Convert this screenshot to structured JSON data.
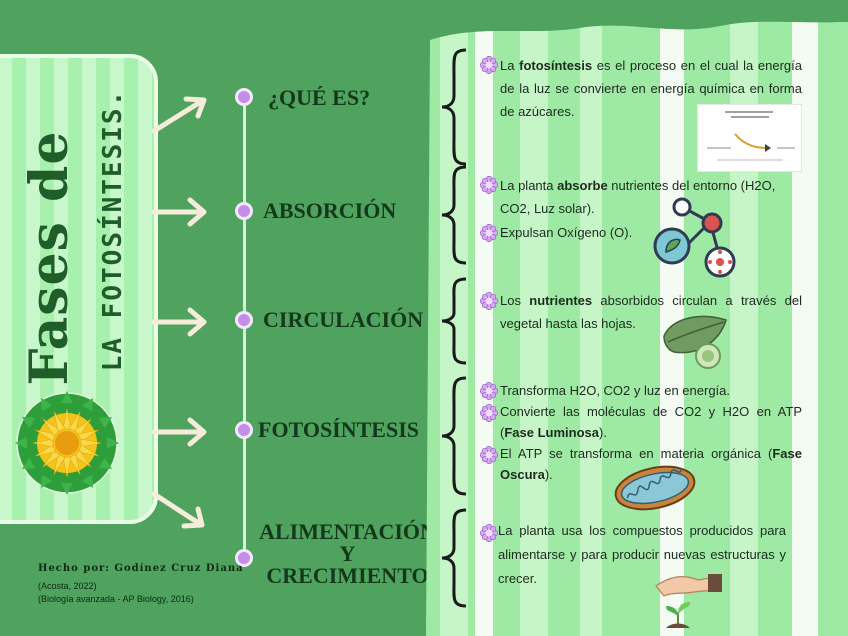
{
  "title": {
    "line1": "Fases de",
    "line2": "LA FOTOSÍNTESIS."
  },
  "phases": [
    {
      "label": "¿QUÉ ES?"
    },
    {
      "label": "ABSORCIÓN"
    },
    {
      "label": "CIRCULACIÓN"
    },
    {
      "label": "FOTOSÍNTESIS"
    },
    {
      "label_lines": [
        "ALIMENTACIÓN",
        "Y",
        "CRECIMIENTO"
      ]
    }
  ],
  "sections": {
    "que_es": {
      "pre": "La ",
      "bold": "fotosíntesis",
      "post": " es el proceso en el cual la energía de la luz se convierte en energía química en forma de azúcares."
    },
    "absorcion": [
      {
        "pre": "La planta ",
        "bold": "absorbe",
        "post": " nutrientes del entorno (H2O, CO2, Luz solar)."
      },
      {
        "pre": "Expulsan Oxígeno (O).",
        "bold": "",
        "post": ""
      }
    ],
    "circulacion": {
      "pre": "Los ",
      "bold": "nutrientes",
      "post": " absorbidos circulan a través del vegetal hasta las hojas."
    },
    "fotosintesis": [
      {
        "pre": "Transforma H2O, CO2 y luz en energía.",
        "bold": "",
        "post": ""
      },
      {
        "pre": "Convierte las moléculas de CO2 y H2O en ATP (",
        "bold": "Fase Luminosa",
        "post": ")."
      },
      {
        "pre": "El ATP se transforma en materia orgánica (",
        "bold": "Fase Oscura",
        "post": ")."
      }
    ],
    "alimentacion": {
      "pre": "La planta usa los compuestos producidos para alimentarse y para producir nuevas estructuras y crecer.",
      "bold": "",
      "post": ""
    }
  },
  "credits": {
    "author": "Hecho por: Godínez Cruz Diana",
    "refs": [
      "(Acosta, 2022)",
      "(Biología avanzada - AP Biology, 2016)"
    ]
  },
  "colors": {
    "background": "#4fa35e",
    "stripe_light": "#c9f7cc",
    "stripe_dark": "#a8f0ae",
    "dot": "#c58ee6",
    "text_dark": "#1f5d2a"
  }
}
